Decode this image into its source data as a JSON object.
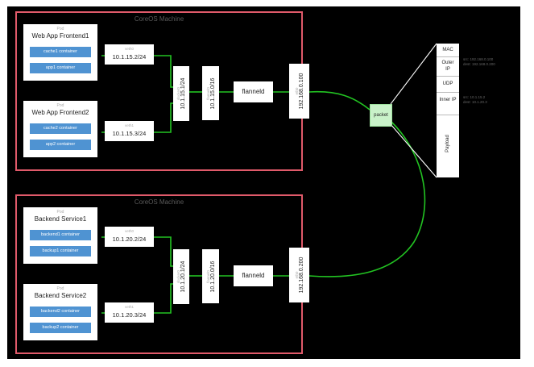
{
  "machines": [
    {
      "title": "CoreOS Machine",
      "pods": [
        {
          "label": "Pod",
          "name": "Web App Frontend1",
          "containers": [
            "cache1 container",
            "app1 container"
          ]
        },
        {
          "label": "Pod",
          "name": "Web App Frontend2",
          "containers": [
            "cache2 container",
            "app2 container"
          ]
        }
      ],
      "veths": [
        {
          "name": "veth0",
          "ip": "10.1.15.2/24"
        },
        {
          "name": "veth1",
          "ip": "10.1.15.3/24"
        }
      ],
      "docker0": {
        "name": "docker0",
        "ip": "10.1.15.1/24"
      },
      "flannel0": {
        "name": "flannel0",
        "ip": "10.1.15.0/16"
      },
      "flanneld": "flanneld",
      "eth0": {
        "name": "eth0",
        "ip": "192.168.0.100"
      }
    },
    {
      "title": "CoreOS Machine",
      "pods": [
        {
          "label": "Pod",
          "name": "Backend Service1",
          "containers": [
            "backend1 container",
            "backup1 container"
          ]
        },
        {
          "label": "Pod",
          "name": "Backend Service2",
          "containers": [
            "backend2 container",
            "backup2 container"
          ]
        }
      ],
      "veths": [
        {
          "name": "veth0",
          "ip": "10.1.20.2/24"
        },
        {
          "name": "veth1",
          "ip": "10.1.20.3/24"
        }
      ],
      "docker0": {
        "name": "docker0",
        "ip": "10.1.20.1/24"
      },
      "flannel0": {
        "name": "flannel0",
        "ip": "10.1.20.0/16"
      },
      "flanneld": "flanneld",
      "eth0": {
        "name": "eth0",
        "ip": "192.168.0.200"
      }
    }
  ],
  "packet": {
    "label": "packet",
    "fields": [
      "MAC",
      "Outer IP",
      "UDP",
      "Inner IP",
      "Payload"
    ],
    "outer_ip_annotation": [
      "src: 192.168.0.100",
      "dest: 192.168.0.200"
    ],
    "inner_ip_annotation": [
      "src: 10.1.15.2",
      "dest: 10.1.20.3"
    ]
  },
  "colors": {
    "machine_border": "#e05a6a",
    "container": "#4f93d2",
    "wire": "#22c322",
    "packet": "#c9f2c9"
  }
}
